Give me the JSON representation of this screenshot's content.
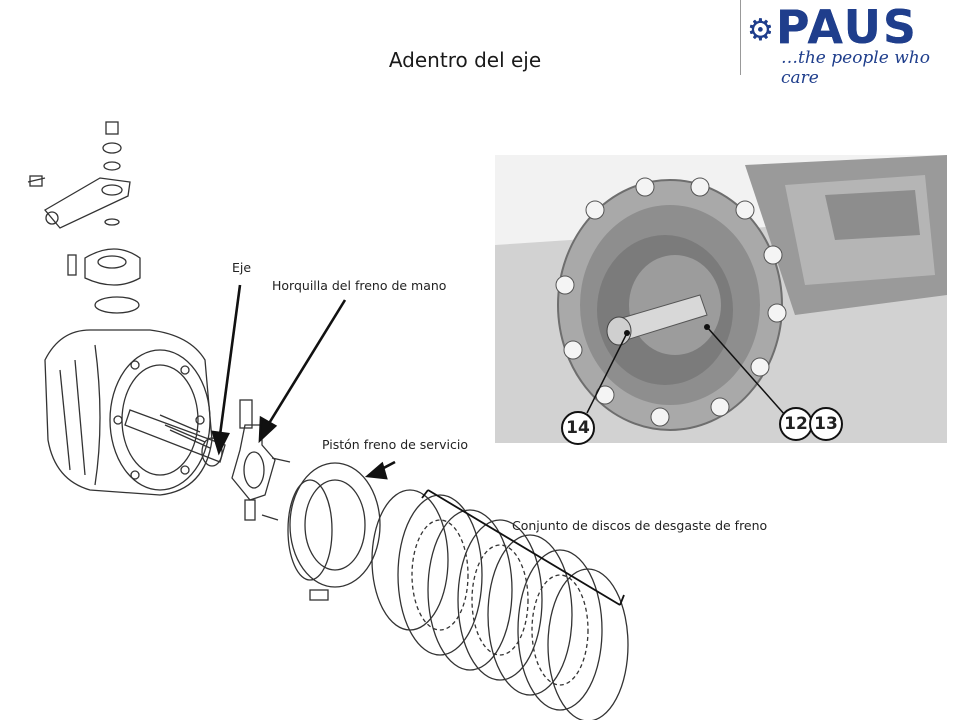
{
  "header": {
    "title": "Adentro del eje"
  },
  "logo": {
    "brand": "PAUS",
    "tagline": "…the people who care"
  },
  "labels": {
    "eje": "Eje",
    "horquilla": "Horquilla del freno de mano",
    "piston": "Pistón freno de servicio",
    "discos": "Conjunto de discos de desgaste de freno"
  },
  "photo_callouts": {
    "left": "14",
    "right_a": "12",
    "right_b": "13"
  }
}
